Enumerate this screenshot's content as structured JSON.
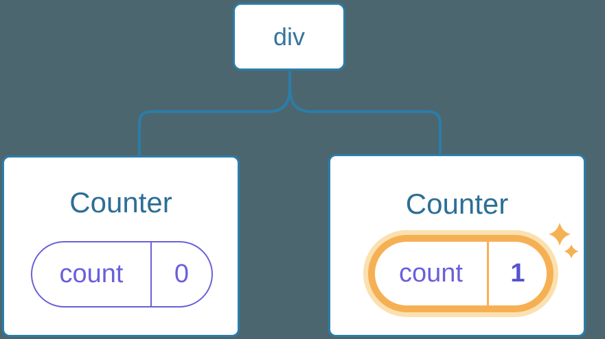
{
  "diagram": {
    "description": "React component tree with state",
    "root": {
      "label": "div"
    },
    "children": [
      {
        "title": "Counter",
        "state": {
          "key": "count",
          "value": "0"
        },
        "highlighted": false
      },
      {
        "title": "Counter",
        "state": {
          "key": "count",
          "value": "1"
        },
        "highlighted": true,
        "icon": "sparkles-icon"
      }
    ]
  },
  "colors": {
    "background": "#4C6670",
    "node_border": "#2B7DA9",
    "connector": "#2B7DA9",
    "node_text": "#36759B",
    "title_text": "#2D6E96",
    "state_purple": "#6A5FDB",
    "state_value_bold": "#5553CE",
    "highlight_orange": "#F6B054",
    "highlight_glow": "#FBE1B1",
    "sparkle": "#F5B153",
    "card_bg": "#FFFFFF"
  }
}
